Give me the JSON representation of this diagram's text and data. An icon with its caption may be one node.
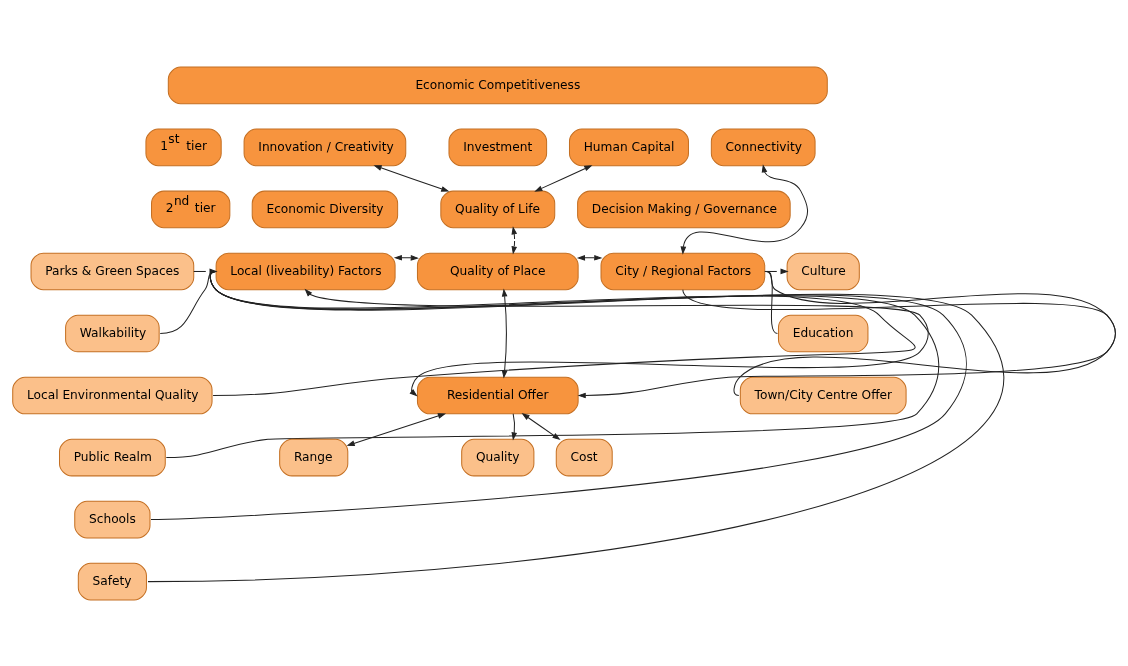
{
  "diagram": {
    "nodes": [
      {
        "text": [
          "Economic Competitiveness"
        ]
      },
      {
        "text": [
          "1$^{st}$ tier"
        ]
      },
      {
        "text": [
          "Innovation / Creativity"
        ]
      },
      {
        "text": [
          "Investment"
        ]
      },
      {
        "text": [
          "Human Capital"
        ]
      },
      {
        "text": [
          "Connectivity"
        ]
      },
      {
        "text": [
          "2$^{nd}$ tier"
        ]
      },
      {
        "text": [
          "Economic Diversity"
        ]
      },
      {
        "text": [
          "Quality of Life"
        ]
      },
      {
        "text": [
          "Decision Making / Governance"
        ]
      },
      {
        "text": [
          "Parks & Green Spaces"
        ]
      },
      {
        "text": [
          "Walkability"
        ]
      },
      {
        "text": [
          "Local Environmental Quality"
        ]
      },
      {
        "text": [
          "Public Realm"
        ]
      },
      {
        "text": [
          "Schools"
        ]
      },
      {
        "text": [
          "Safety"
        ]
      },
      {
        "text": [
          "Local (liveability) Factors"
        ]
      },
      {
        "text": [
          "Quality of Place"
        ]
      },
      {
        "text": [
          "City / Regional Factors"
        ]
      },
      {
        "text": [
          "Culture"
        ]
      },
      {
        "text": [
          "Education"
        ]
      },
      {
        "text": [
          "Town/City Centre Offer"
        ]
      },
      {
        "text": [
          "Residential Offer"
        ]
      },
      {
        "text": [
          "Range"
        ]
      },
      {
        "text": [
          "Quality"
        ]
      },
      {
        "text": [
          "Cost"
        ]
      }
    ],
    "edges": [
      {
        "from": 2,
        "to": 8,
        "arrow": "both"
      },
      {
        "from": 4,
        "to": 8,
        "arrow": "both"
      },
      {
        "from": 5,
        "to": 18,
        "arrow": "both"
      },
      {
        "from": 8,
        "to": 17,
        "arrow": "both",
        "style": "dashed"
      },
      {
        "from": 16,
        "to": 17,
        "arrow": "both"
      },
      {
        "from": 17,
        "to": 18,
        "arrow": "both"
      },
      {
        "from": 17,
        "to": 22,
        "arrow": "both"
      },
      {
        "from": 16,
        "to": 22,
        "arrow": "both"
      },
      {
        "from": 18,
        "to": 22,
        "arrow": "to"
      },
      {
        "from": 22,
        "to": 23,
        "arrow": "both"
      },
      {
        "from": 22,
        "to": 24,
        "arrow": "to"
      },
      {
        "from": 22,
        "to": 25,
        "arrow": "both"
      },
      {
        "from": 10,
        "to": 16,
        "arrow": "none"
      },
      {
        "from": 11,
        "to": 16,
        "arrow": "none"
      },
      {
        "from": 12,
        "to": 16,
        "arrow": "none"
      },
      {
        "from": 13,
        "to": 16,
        "arrow": "none"
      },
      {
        "from": 14,
        "to": 16,
        "arrow": "none"
      },
      {
        "from": 15,
        "to": 16,
        "arrow": "none"
      },
      {
        "from": 18,
        "to": 19,
        "arrow": "none"
      },
      {
        "from": 18,
        "to": 20,
        "arrow": "none"
      },
      {
        "from": 18,
        "to": 21,
        "arrow": "none"
      }
    ]
  }
}
